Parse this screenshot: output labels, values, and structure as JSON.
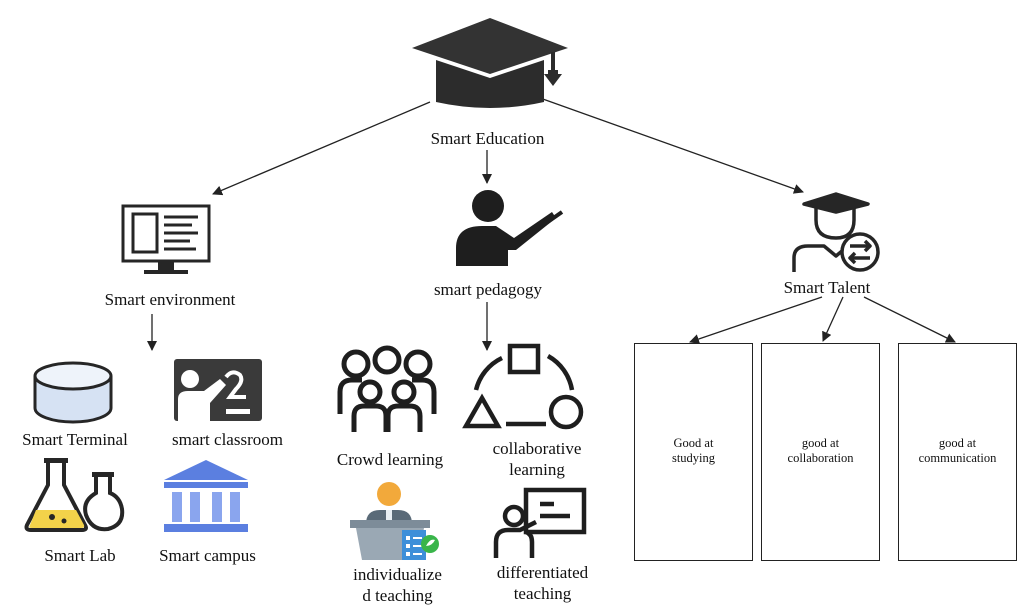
{
  "root": {
    "label": "Smart Education",
    "icon": "graduation-cap-icon"
  },
  "branches": {
    "environment": {
      "label": "Smart environment",
      "icon": "computer-monitor-icon",
      "items": [
        {
          "label": "Smart Terminal",
          "icon": "database-cylinder-icon"
        },
        {
          "label": "smart classroom",
          "icon": "classroom-board-icon"
        },
        {
          "label": "Smart Lab",
          "icon": "lab-flask-icon"
        },
        {
          "label": "Smart campus",
          "icon": "campus-building-icon"
        }
      ]
    },
    "pedagogy": {
      "label": "smart pedagogy",
      "icon": "teacher-pointer-icon",
      "items": [
        {
          "label": "Crowd learning",
          "icon": "crowd-people-icon"
        },
        {
          "label_lines": [
            "collaborative",
            "learning"
          ],
          "icon": "shapes-cycle-icon"
        },
        {
          "label_lines": [
            "individualize",
            "d teaching"
          ],
          "icon": "lecturer-podium-icon"
        },
        {
          "label_lines": [
            "differentiated",
            "teaching"
          ],
          "icon": "presenter-board-icon"
        }
      ]
    },
    "talent": {
      "label": "Smart Talent",
      "icon": "graduate-exchange-icon",
      "boxes": [
        {
          "lines": [
            "Good at",
            "studying"
          ]
        },
        {
          "lines": [
            "good at",
            "collaboration"
          ]
        },
        {
          "lines": [
            "good at",
            "communication"
          ]
        }
      ]
    }
  },
  "colors": {
    "line": "#222222",
    "icon_dark": "#262626",
    "lab_liquid": "#f3d24a",
    "campus_blue": "#5b7fe0",
    "terminal_fill": "#d6e2f3",
    "podium_orange": "#f2a93b",
    "podium_gray": "#7d8c99",
    "podium_blue": "#3d8fd9",
    "leaf_green": "#39b54a"
  }
}
